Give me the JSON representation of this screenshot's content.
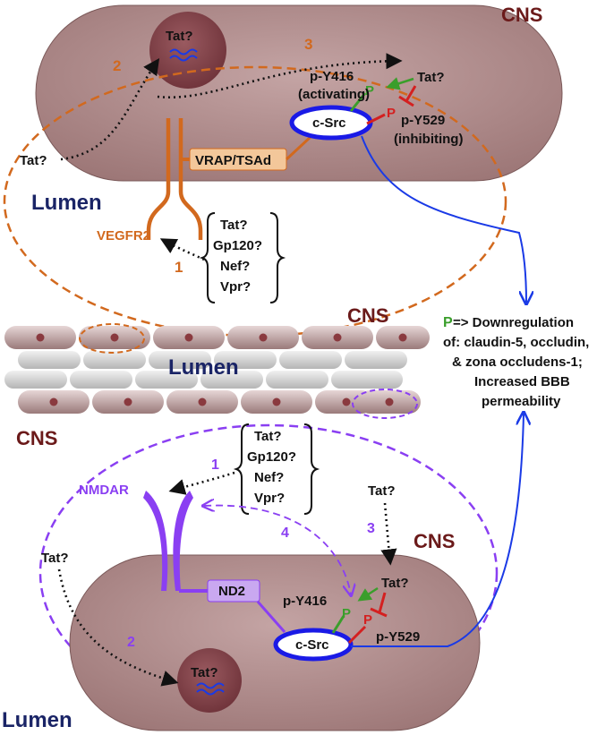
{
  "labels": {
    "cns": "CNS",
    "lumen": "Lumen",
    "tat_q": "Tat?",
    "vegfr2": "VEGFR2",
    "vrap_tsad": "VRAP/TSAd",
    "csrc": "c-Src",
    "p": "P",
    "p_y416": "p-Y416",
    "activating": "(activating)",
    "p_y529": "p-Y529",
    "inhibiting": "(inhibiting)",
    "nmdar": "NMDAR",
    "nd2": "ND2"
  },
  "step_numbers": {
    "one": "1",
    "two": "2",
    "three": "3",
    "four": "4"
  },
  "hiv_proteins": [
    "Tat?",
    "Gp120?",
    "Nef?",
    "Vpr?"
  ],
  "outcome": {
    "p_label": "P",
    "lines": [
      " => Downregulation",
      "of: claudin-5, occludin,",
      "& zona occludens-1;",
      "Increased BBB",
      "permeability"
    ]
  },
  "colors": {
    "cell_fill": "#b89898",
    "nucleus_fill": "#8a4a4f",
    "orange_accent": "#d2691e",
    "purple_accent": "#8a3ff2",
    "csrc_ring": "#1a1ae6",
    "blue_arrow": "#1a3ae6",
    "activating_green": "#3a9e2b",
    "inhibiting_red": "#d42020",
    "cns_text": "#6b1a1a",
    "lumen_text": "#1a2466"
  }
}
